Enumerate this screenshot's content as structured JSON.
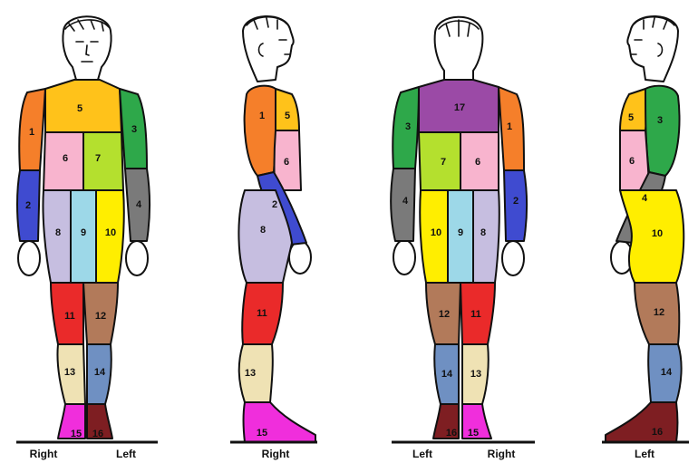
{
  "colors": {
    "r1": "#F57F2A",
    "r2": "#3F4BD0",
    "r3": "#2EA84A",
    "r4": "#7A7A7A",
    "r5": "#FFC21A",
    "r6": "#F8B4CE",
    "r7": "#B4E02E",
    "r8": "#C6BEE0",
    "r9": "#9DD8E8",
    "r10": "#FFEE00",
    "r11": "#EA2A2A",
    "r12": "#B27A5A",
    "r13": "#EFE2B4",
    "r14": "#6F90C2",
    "r15": "#F02EDC",
    "r16": "#7E1E22",
    "r17": "#9B4AA6"
  },
  "views": [
    {
      "name": "front",
      "labels": [
        "Right",
        "Left"
      ],
      "regions": [
        "1",
        "2",
        "3",
        "4",
        "5",
        "6",
        "7",
        "8",
        "9",
        "10",
        "11",
        "12",
        "13",
        "14",
        "15",
        "16"
      ]
    },
    {
      "name": "right-side",
      "labels": [
        "Right"
      ],
      "regions": [
        "1",
        "5",
        "6",
        "2",
        "8",
        "11",
        "13",
        "15"
      ]
    },
    {
      "name": "back",
      "labels": [
        "Left",
        "Right"
      ],
      "regions": [
        "17",
        "3",
        "1",
        "7",
        "6",
        "4",
        "2",
        "10",
        "9",
        "8",
        "12",
        "11",
        "14",
        "13",
        "16",
        "15"
      ]
    },
    {
      "name": "left-side",
      "labels": [
        "Left"
      ],
      "regions": [
        "5",
        "3",
        "6",
        "4",
        "10",
        "12",
        "14",
        "16"
      ]
    }
  ]
}
